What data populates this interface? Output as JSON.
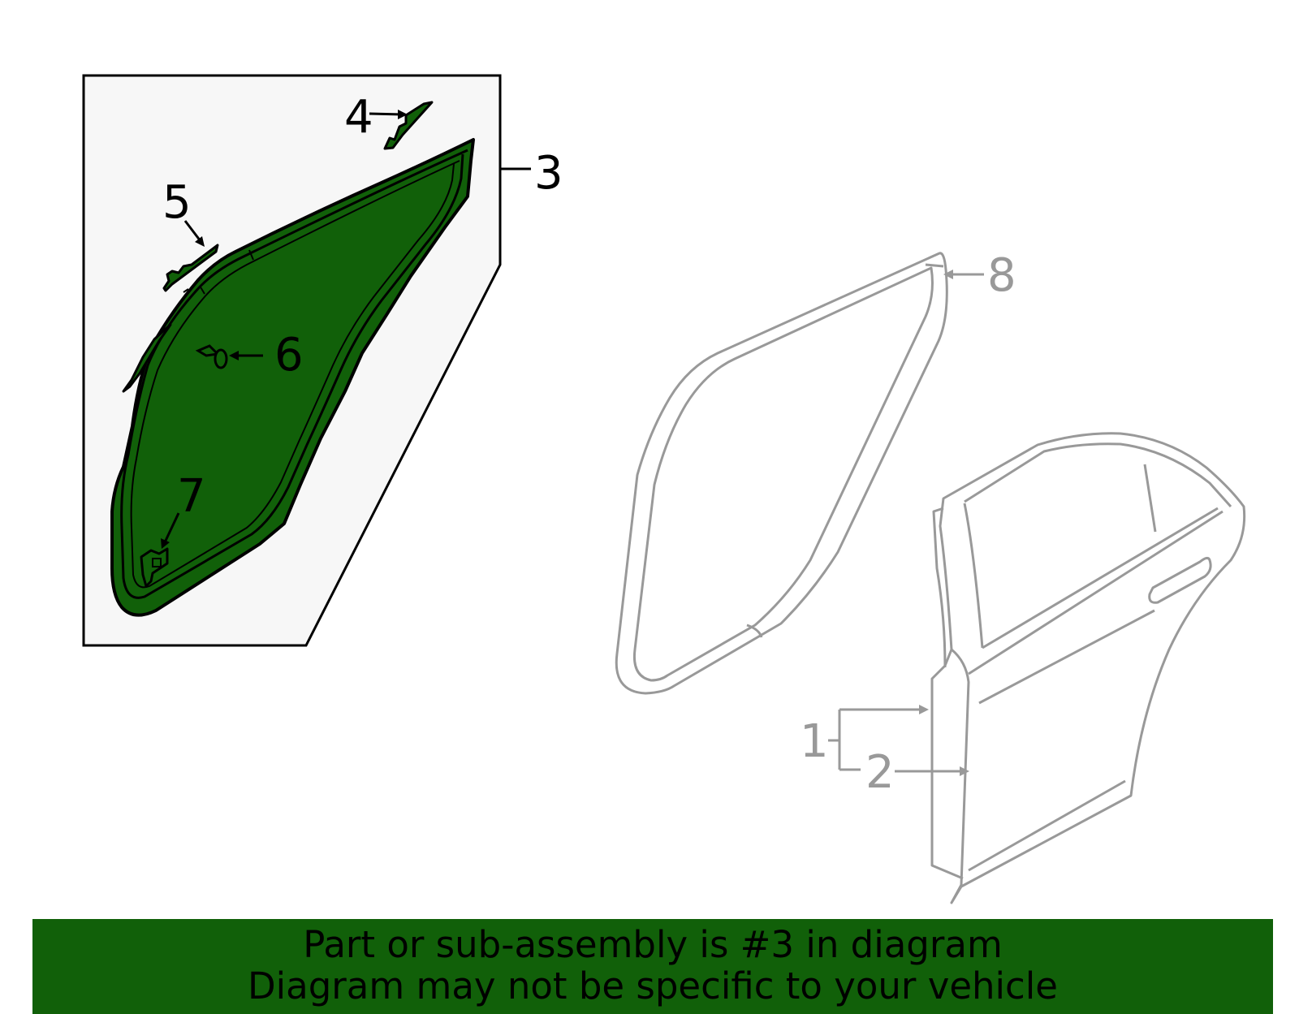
{
  "colors": {
    "highlight_fill": "#116009",
    "inset_background": "#f7f7f7",
    "line_grey": "#999999",
    "banner": "#116009"
  },
  "callouts": {
    "c1": "1",
    "c2": "2",
    "c3": "3",
    "c4": "4",
    "c5": "5",
    "c6": "6",
    "c7": "7",
    "c8": "8"
  },
  "banner": {
    "line1": "Part or sub-assembly is #3 in diagram",
    "line2": "Diagram may not be specific to your vehicle"
  }
}
